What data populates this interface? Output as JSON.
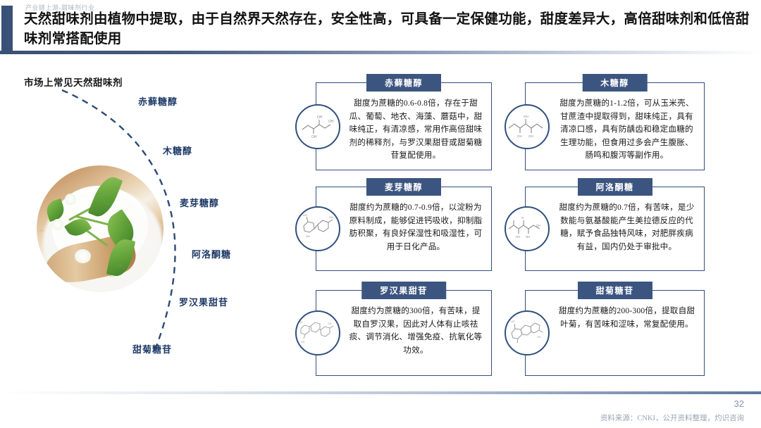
{
  "header": {
    "eyebrow": "产业链上游-甜味剂行业",
    "title": "天然甜味剂由植物中提取，由于自然界天然存在，安全性高，可具备一定保健功能，甜度差异大，高倍甜味剂和低倍甜味剂常搭配使用",
    "accent_color": "#3a5077"
  },
  "left_panel": {
    "title": "市场上常见天然甜味剂",
    "photo_alt": "甜叶菊叶片与白色甜味剂粉末木勺",
    "arc_labels": [
      {
        "text": "赤藓糖醇"
      },
      {
        "text": "木糖醇"
      },
      {
        "text": "麦芽糖醇"
      },
      {
        "text": "阿洛酮糖"
      },
      {
        "text": "罗汉果甜苷"
      },
      {
        "text": "甜菊糖苷"
      }
    ]
  },
  "cards": [
    {
      "title": "赤藓糖醇",
      "body": "甜度为蔗糖的0.6-0.8倍，存在于甜瓜、葡萄、地衣、海藻、蘑菇中，甜味纯正，有清凉感，常用作高倍甜味剂的稀释剂，与罗汉果甜苷或甜菊糖苷复配使用。",
      "icon": "molecule-erythritol-icon"
    },
    {
      "title": "木糖醇",
      "body": "甜度为蔗糖的1-1.2倍，可从玉米壳、甘蔗渣中提取得到，甜味纯正，具有清凉口感，具有防龋齿和稳定血糖的生理功能，但食用过多会产生腹胀、肠鸣和腹泻等副作用。",
      "icon": "molecule-xylitol-icon"
    },
    {
      "title": "麦芽糖醇",
      "body": "甜度约为蔗糖的0.7-0.9倍，以淀粉为原料制成，能够促进钙吸收，抑制脂肪积聚，有良好保湿性和吸湿性，可用于日化产品。",
      "icon": "molecule-maltitol-icon"
    },
    {
      "title": "阿洛酮糖",
      "body": "甜度约为蔗糖的0.7倍，有苦味，是少数能与氨基酸能产生美拉德反应的代糖，赋予食品独特风味，对肥胖疾病有益，国内仍处于审批中。",
      "icon": "molecule-allulose-icon"
    },
    {
      "title": "罗汉果甜苷",
      "body": "甜度约为蔗糖的300倍，有苦味，提取自罗汉果，因此对人体有止咳祛痰、调节消化、增强免疫、抗氧化等功效。",
      "icon": "molecule-mogroside-icon"
    },
    {
      "title": "甜菊糖苷",
      "body": "甜度约为蔗糖的200-300倍，提取自甜叶菊，有苦味和涩味，常复配使用。",
      "icon": "molecule-steviol-icon"
    }
  ],
  "footer": {
    "page_number": "32",
    "source": "资料来源：CNKI，公开资料整理，灼识咨询"
  },
  "colors": {
    "navy": "#3a5077",
    "card_border": "#31507e",
    "label_blue": "#1f3b68",
    "muted": "#9aa5b6"
  }
}
